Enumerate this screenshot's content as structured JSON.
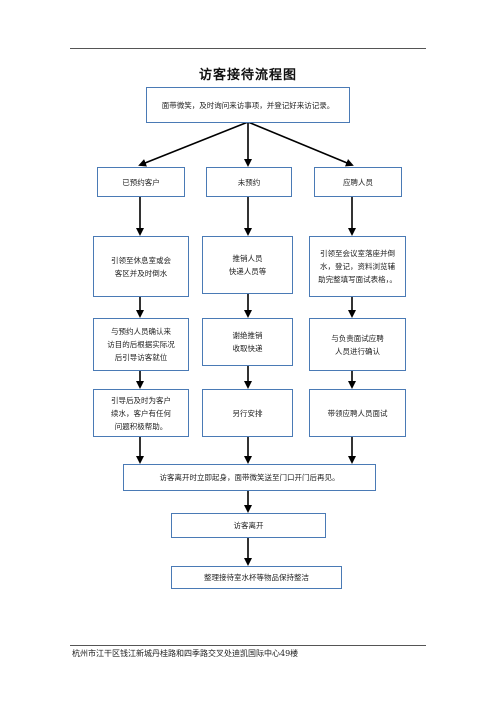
{
  "title": "访客接待流程图",
  "nodes": {
    "start": "面带微笑，及时询问来访事项，并登记好来访记录。",
    "col1_header": "已预约客户",
    "col2_header": "未预约",
    "col3_header": "应聘人员",
    "col1_step1": "引领至休息室或会\n客区并及时倒水",
    "col2_step1": "推销人员\n快递人员等",
    "col3_step1": "引领至会议室落座并倒\n水，登记，资料浏览辅\n助完整填写面试表格，。",
    "col1_step2": "与预约人员确认来\n访目的后根据实际况\n后引导访客就位",
    "col2_step2": "谢绝推销\n收取快递",
    "col3_step2": "与负责面试应聘\n人员进行确认",
    "col1_step3": "引导后及时为客户\n续水，客户有任何\n问题积极帮助。",
    "col2_step3": "另行安排",
    "col3_step3": "带领应聘人员面试",
    "leave_instruction": "访客离开时立即起身，面带微笑送至门口开门后再见。",
    "leave": "访客离开",
    "tidy": "整理接待室水杯等物品保持整洁"
  },
  "footer": "杭州市江干区钱江新城丹桂路和四季路交叉处迪凯国际中心49楼",
  "colors": {
    "border": "#4a7ab5",
    "arrow": "#000000"
  }
}
